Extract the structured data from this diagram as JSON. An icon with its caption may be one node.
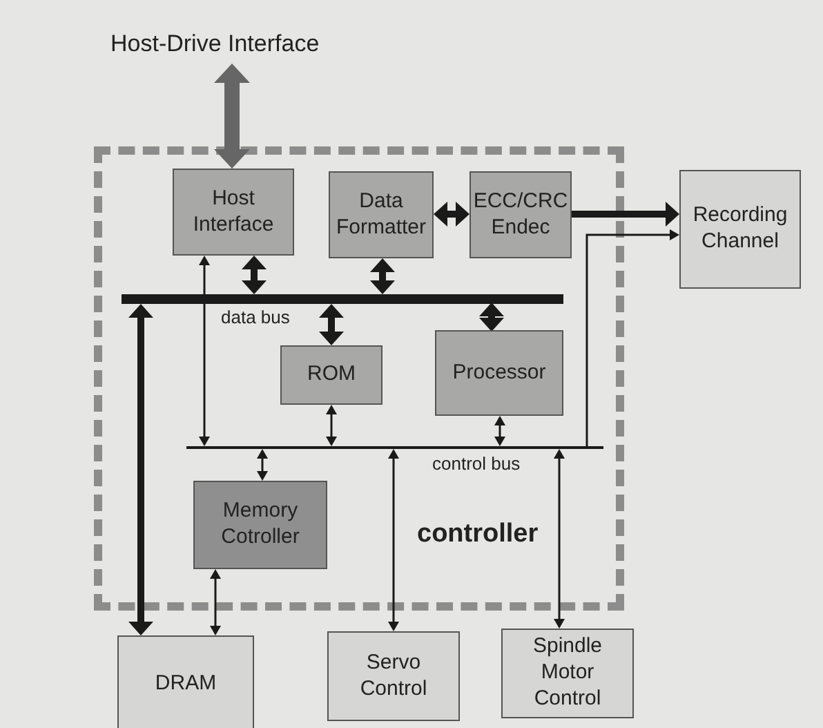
{
  "diagram": {
    "nodes": [
      {
        "text": [
          "controller"
        ]
      },
      {
        "text": [
          "Host-Drive Interface"
        ]
      },
      {
        "text": [
          "Host Interface"
        ],
        "in": 0
      },
      {
        "text": [
          "Data Formatter"
        ],
        "in": 0
      },
      {
        "text": [
          "ECC/CRC Endec"
        ],
        "in": 0
      },
      {
        "text": [
          "Recording Channel"
        ]
      },
      {
        "text": [
          "data bus"
        ],
        "in": 0
      },
      {
        "text": [
          "ROM"
        ],
        "in": 0
      },
      {
        "text": [
          "Processor"
        ],
        "in": 0
      },
      {
        "text": [
          "control bus"
        ],
        "in": 0
      },
      {
        "text": [
          "Memory Cotroller"
        ],
        "in": 0
      },
      {
        "text": [
          "DRAM"
        ]
      },
      {
        "text": [
          "Servo Control"
        ]
      },
      {
        "text": [
          "Spindle Motor Control"
        ]
      }
    ],
    "edges": [
      {
        "from": 1,
        "to": 2,
        "arrow": "both",
        "style": "thick",
        "color": "#666666"
      },
      {
        "from": 2,
        "to": 6,
        "arrow": "both",
        "style": "thick"
      },
      {
        "from": 3,
        "to": 6,
        "arrow": "both",
        "style": "thick"
      },
      {
        "from": 3,
        "to": 4,
        "arrow": "both",
        "style": "thick"
      },
      {
        "from": 4,
        "to": 5,
        "arrow": "to",
        "style": "thick"
      },
      {
        "from": 6,
        "to": 7,
        "arrow": "both",
        "style": "thick"
      },
      {
        "from": 6,
        "to": 8,
        "arrow": "both",
        "style": "thick"
      },
      {
        "from": 6,
        "to": 11,
        "arrow": "both",
        "style": "thick"
      },
      {
        "from": 2,
        "to": 9,
        "arrow": "both"
      },
      {
        "from": 7,
        "to": 9,
        "arrow": "both"
      },
      {
        "from": 8,
        "to": 9,
        "arrow": "both"
      },
      {
        "from": 9,
        "to": 5,
        "arrow": "to"
      },
      {
        "from": 9,
        "to": 10,
        "arrow": "both"
      },
      {
        "from": 10,
        "to": 11,
        "arrow": "both"
      },
      {
        "from": 9,
        "to": 12,
        "arrow": "both"
      },
      {
        "from": 9,
        "to": 13,
        "arrow": "both"
      }
    ]
  }
}
